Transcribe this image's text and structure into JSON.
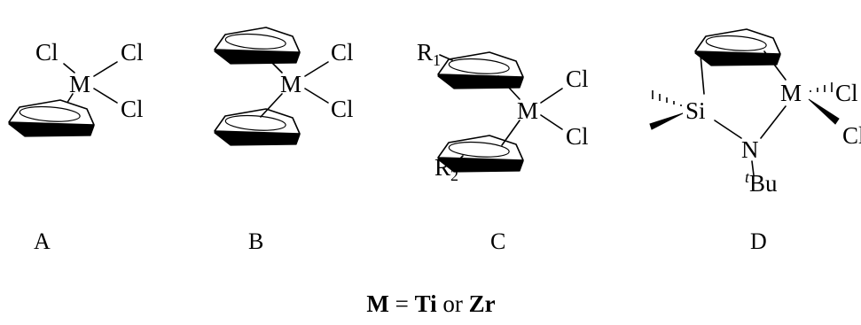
{
  "atoms": {
    "metal": "M",
    "chloro": "Cl",
    "silicon": "Si",
    "nitrogen": "N",
    "r_group": "R",
    "r1_index": "1",
    "r2_index": "2",
    "tert_prefix": "t",
    "butyl": "Bu"
  },
  "captions": [
    "A",
    "B",
    "C",
    "D"
  ],
  "footer": {
    "metal_symbol": "M",
    "equals": " = ",
    "option_1": "Ti",
    "separator": " or ",
    "option_2": "Zr"
  },
  "icons": {
    "cyclopentadienyl": "cyclopentadienyl-ring-icon"
  }
}
